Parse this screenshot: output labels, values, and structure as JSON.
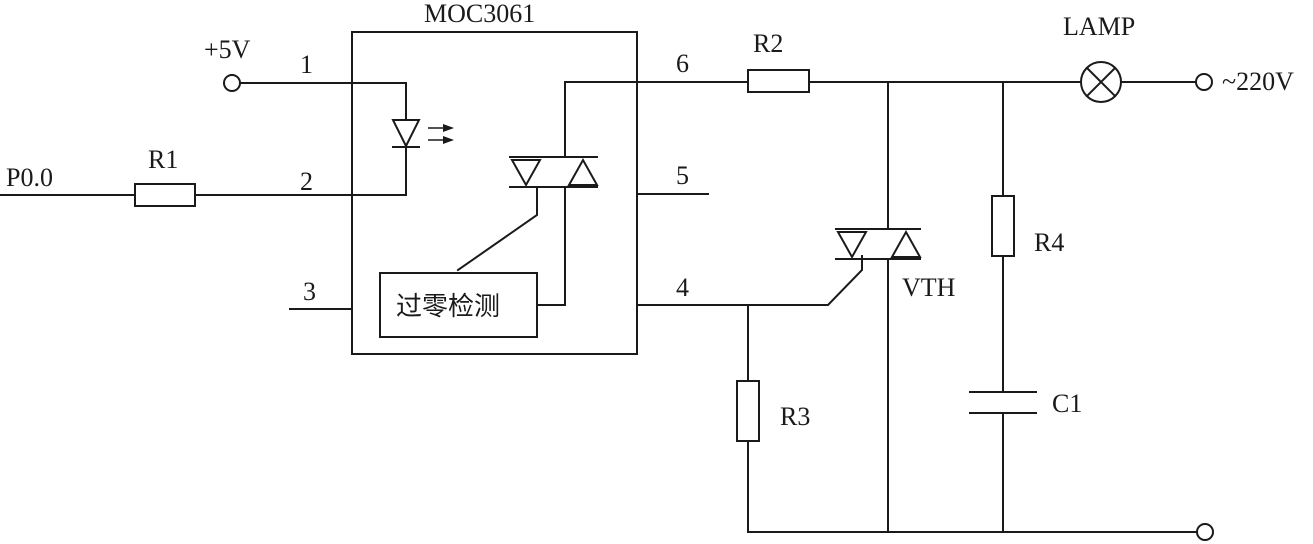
{
  "ic": {
    "name": "MOC3061",
    "block": "过零检测"
  },
  "pins": {
    "p1": "1",
    "p2": "2",
    "p3": "3",
    "p4": "4",
    "p5": "5",
    "p6": "6"
  },
  "labels": {
    "vcc": "+5V",
    "input": "P0.0",
    "r1": "R1",
    "r2": "R2",
    "r3": "R3",
    "r4": "R4",
    "c1": "C1",
    "vth": "VTH",
    "lamp": "LAMP",
    "ac": "~220V"
  }
}
